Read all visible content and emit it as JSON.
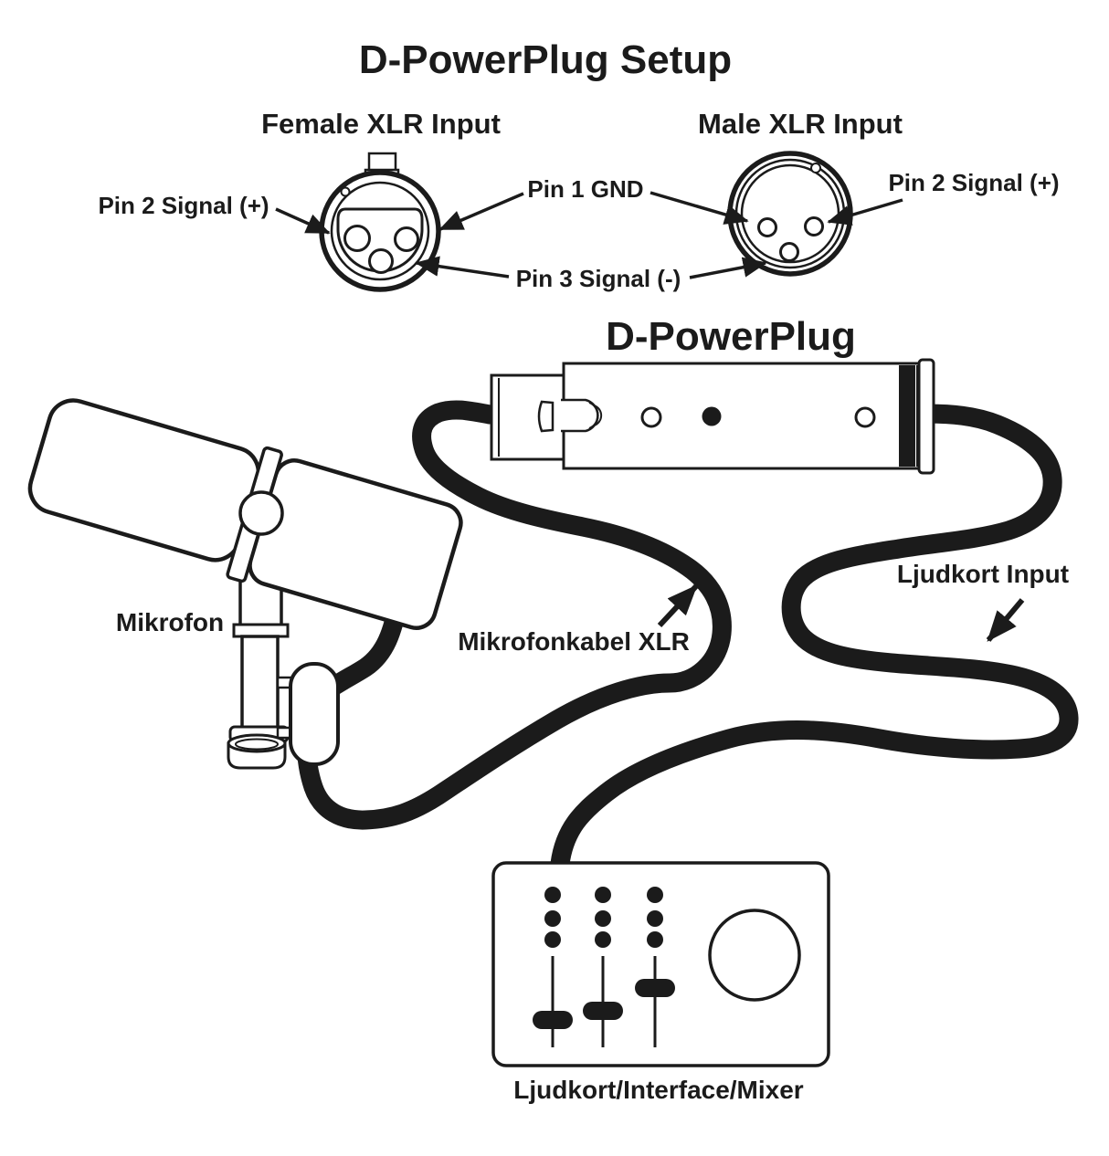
{
  "colors": {
    "ink": "#1b1b1b",
    "background": "#ffffff"
  },
  "diagram": {
    "title": "D-PowerPlug Setup",
    "female_connector": {
      "label": "Female XLR Input"
    },
    "male_connector": {
      "label": "Male XLR Input"
    },
    "pins": {
      "pin2_left": "Pin 2 Signal (+)",
      "pin1": "Pin 1 GND",
      "pin3": "Pin 3 Signal (-)",
      "pin2_right": "Pin 2 Signal (+)"
    },
    "device": {
      "label": "D-PowerPlug"
    },
    "microphone": {
      "label": "Mikrofon"
    },
    "mic_cable": {
      "label": "Mikrofonkabel XLR"
    },
    "soundcard_input": {
      "label": "Ljudkort Input"
    },
    "mixer": {
      "label": "Ljudkort/Interface/Mixer"
    }
  }
}
